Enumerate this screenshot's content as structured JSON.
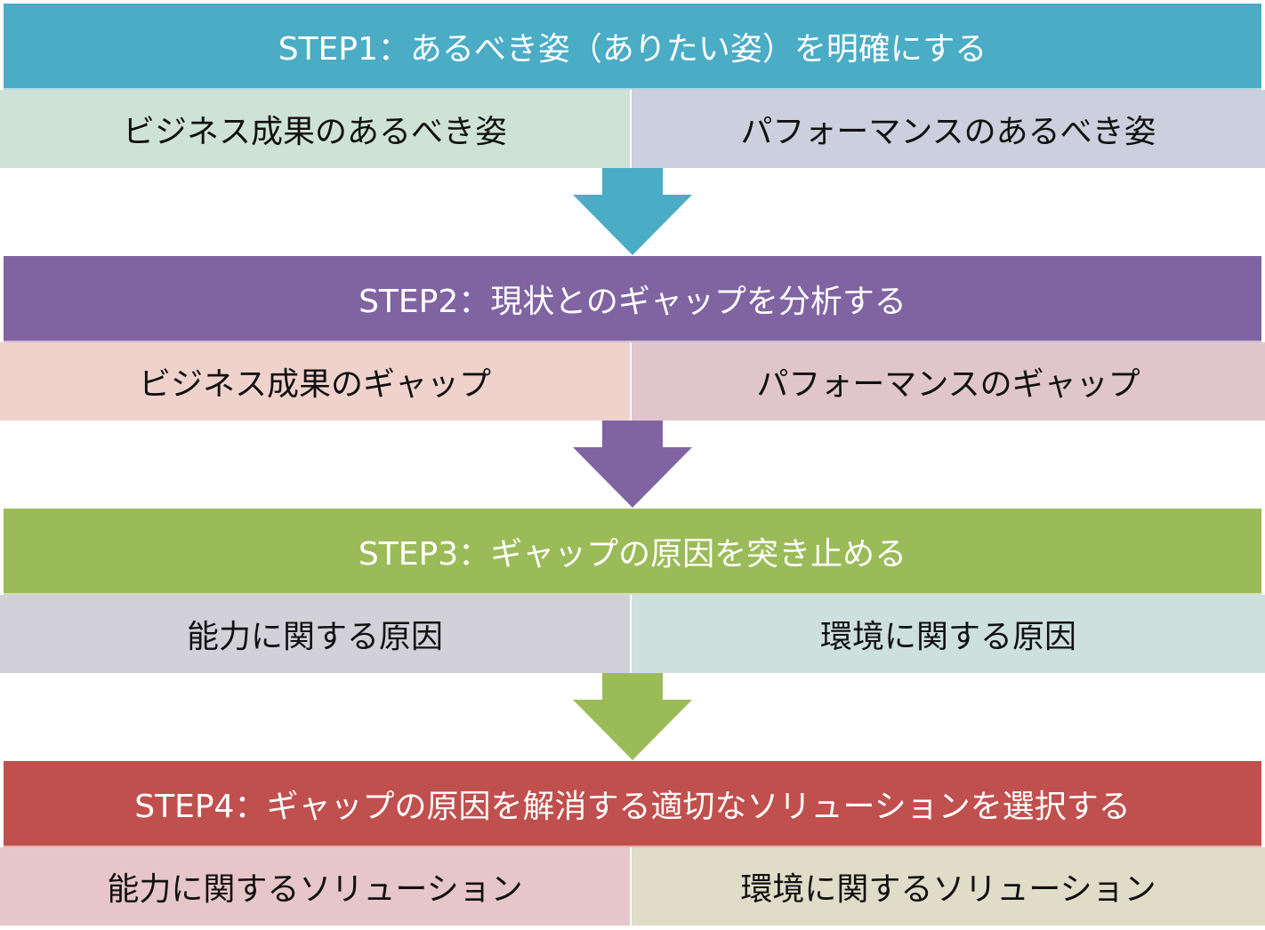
{
  "steps": [
    {
      "title": "STEP1：あるべき姿（ありたい姿）を明確にする",
      "color": "#4bacc6",
      "left": {
        "label": "ビジネス成果のあるべき姿",
        "color": "#cfe2d6"
      },
      "right": {
        "label": "パフォーマンスのあるべき姿",
        "color": "#cccfdd"
      }
    },
    {
      "title": "STEP2：現状とのギャップを分析する",
      "color": "#8064a2",
      "left": {
        "label": "ビジネス成果のギャップ",
        "color": "#f0d2cc"
      },
      "right": {
        "label": "パフォーマンスのギャップ",
        "color": "#e0c6cb"
      }
    },
    {
      "title": "STEP3：ギャップの原因を突き止める",
      "color": "#9bbb59",
      "left": {
        "label": "能力に関する原因",
        "color": "#d2d1d8"
      },
      "right": {
        "label": "環境に関する原因",
        "color": "#cde0de"
      }
    },
    {
      "title": "STEP4：ギャップの原因を解消する適切なソリューションを選択する",
      "color": "#c0504d",
      "left": {
        "label": "能力に関するソリューション",
        "color": "#e6c6c9"
      },
      "right": {
        "label": "環境に関するソリューション",
        "color": "#dfdcc8"
      }
    }
  ],
  "arrows": [
    {
      "icon": "down-arrow-icon",
      "color": "#4bacc6"
    },
    {
      "icon": "down-arrow-icon",
      "color": "#8064a2"
    },
    {
      "icon": "down-arrow-icon",
      "color": "#9bbb59"
    }
  ]
}
